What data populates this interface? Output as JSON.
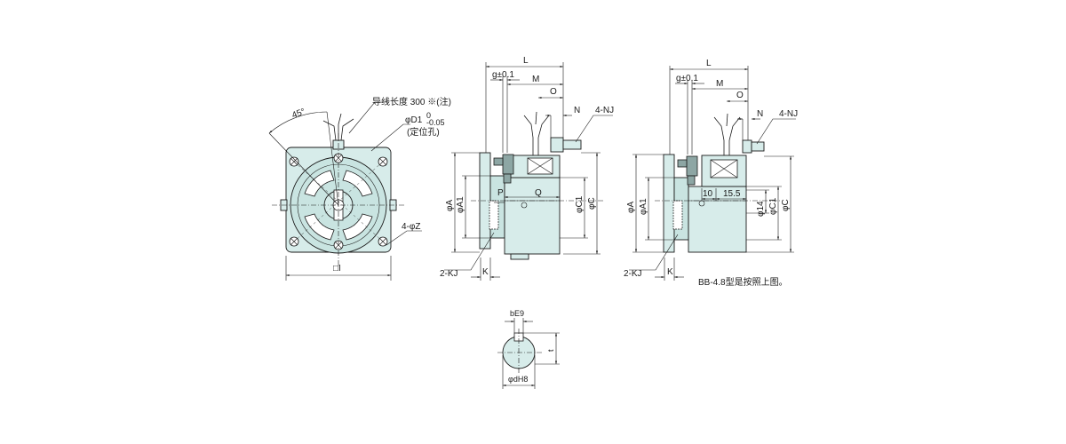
{
  "colors": {
    "body_fill": "#d7ecea",
    "dark_fill": "#8da6a4",
    "line": "#1a1a1a"
  },
  "front_view": {
    "angle_label": "45°",
    "wire_note": "导线长度 300 ※(注)",
    "pilot_hole_label": "φD1",
    "pilot_hole_tol": "-0.05",
    "pilot_hole_tol_upper": "0",
    "pilot_hole_note": "(定位孔)",
    "mount_holes_label": "4-φZ",
    "square_label": "□I"
  },
  "side_view_1": {
    "L": "L",
    "g": "g±0.1",
    "M": "M",
    "O": "O",
    "N": "N",
    "NJ": "4-NJ",
    "A": "φA",
    "A1": "φA1",
    "C1": "φC1",
    "C": "φC",
    "P": "P",
    "Q": "Q",
    "KJ": "2-KJ",
    "K": "K"
  },
  "side_view_2": {
    "L": "L",
    "g": "g±0.1",
    "M": "M",
    "O": "O",
    "N": "N",
    "NJ": "4-NJ",
    "A": "φA",
    "A1": "φA1",
    "C1": "φC1",
    "C": "φC",
    "d14": "φ14",
    "dim10": "10",
    "dim15": "15.5",
    "KJ": "2-KJ",
    "K": "K",
    "note": "BB-4.8型是按照上图。"
  },
  "shaft_section": {
    "b": "bE9",
    "d": "φdH8",
    "t": "t"
  }
}
